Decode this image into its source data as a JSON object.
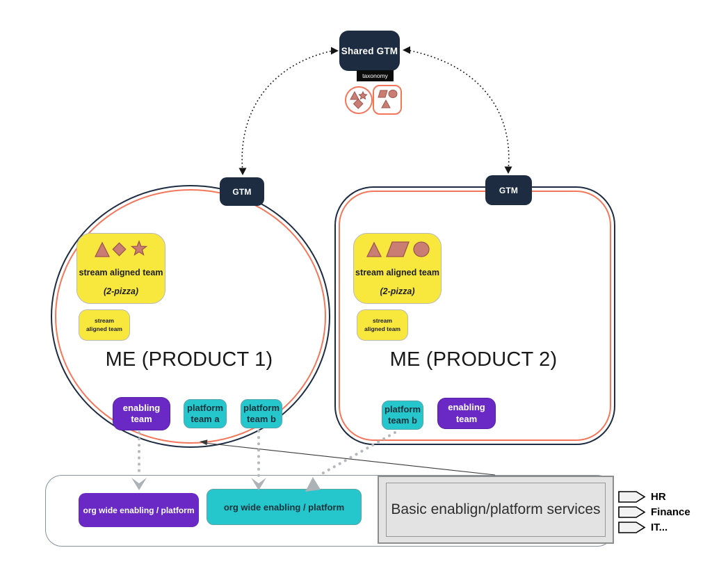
{
  "header": {
    "shared_gtm_label": "Shared GTM",
    "taxonomy_label": "taxonomy",
    "taxonomy_icons": [
      "triangle-star-diamond-in-circle",
      "parallelogram-circle-triangle-in-rounded-square"
    ]
  },
  "products": [
    {
      "gtm_label": "GTM",
      "title": "ME (PRODUCT 1)",
      "stream_team": {
        "name": "stream aligned team",
        "size": "(2-pizza)",
        "shapes": [
          "triangle",
          "diamond",
          "star"
        ]
      },
      "small_stream_team": "stream aligned team",
      "teams": [
        {
          "label": "enabling team",
          "type": "enabling"
        },
        {
          "label": "platform team a",
          "type": "platform"
        },
        {
          "label": "platform team b",
          "type": "platform"
        }
      ]
    },
    {
      "gtm_label": "GTM",
      "title": "ME (PRODUCT 2)",
      "stream_team": {
        "name": "stream aligned team",
        "size": "(2-pizza)",
        "shapes": [
          "triangle",
          "parallelogram",
          "circle"
        ]
      },
      "small_stream_team": "stream aligned team",
      "teams": [
        {
          "label": "platform team b",
          "type": "platform"
        },
        {
          "label": "enabling team",
          "type": "enabling"
        }
      ]
    }
  ],
  "org_services": {
    "boxes": [
      {
        "label": "org wide enabling / platform",
        "type": "enabling"
      },
      {
        "label": "org wide enabling / platform",
        "type": "platform"
      }
    ],
    "basic_services_label": "Basic enablign/platform services",
    "tags": [
      "HR",
      "Finance",
      "IT..."
    ]
  },
  "colors": {
    "navy": "#1e2c42",
    "orange": "#f4765a",
    "yellow": "#f8e83e",
    "purple": "#6a29c4",
    "teal": "#26c6cd",
    "shape_fill": "#c97d73",
    "shape_stroke": "#9e564e",
    "dotted_gray": "#b4b7bb"
  }
}
